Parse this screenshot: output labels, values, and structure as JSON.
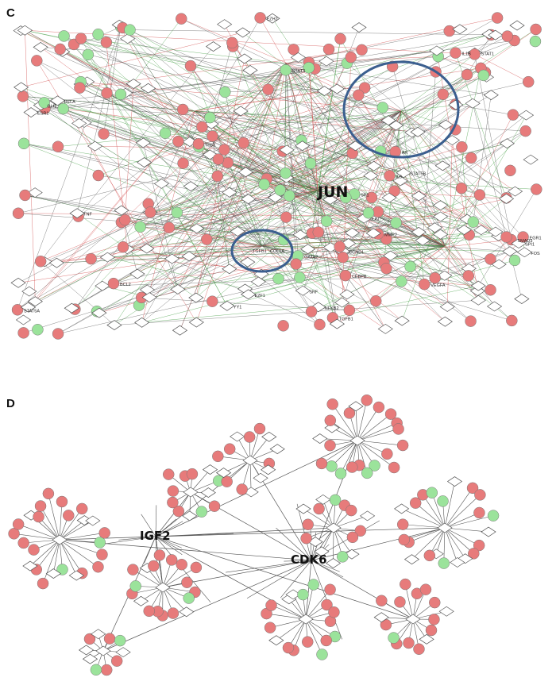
{
  "panel_c": {
    "label": "C",
    "hub_label": "JUN",
    "node_labels": [
      "STAT5A",
      "NFKB2",
      "STAT3",
      "STAT1",
      "STAT5B",
      "IL6",
      "AR",
      "ESR1",
      "TGFB1",
      "SP1",
      "JUN",
      "E2F1",
      "SMAD3",
      "CEBPB",
      "RELA",
      "SPI1",
      "YY1",
      "EGR1",
      "GATA2",
      "TP53",
      "CCND1",
      "MMP2",
      "VEGFA",
      "IL1B",
      "TNF",
      "BCL2",
      "EZH2",
      "FOS",
      "SRF",
      "GLI1"
    ],
    "highlight_labels": [
      "TGFB1",
      "COL1A"
    ]
  },
  "panel_d": {
    "label": "D",
    "hubs": [
      "IGF2",
      "CDK6"
    ]
  },
  "colors": {
    "node_red": "#e77b7b",
    "node_green": "#9be39b",
    "node_white": "#ffffff",
    "edge_gray": "#555555",
    "edge_green": "#3e9b3e",
    "edge_red": "#d04040",
    "ellipse": "#3b5f8f"
  }
}
